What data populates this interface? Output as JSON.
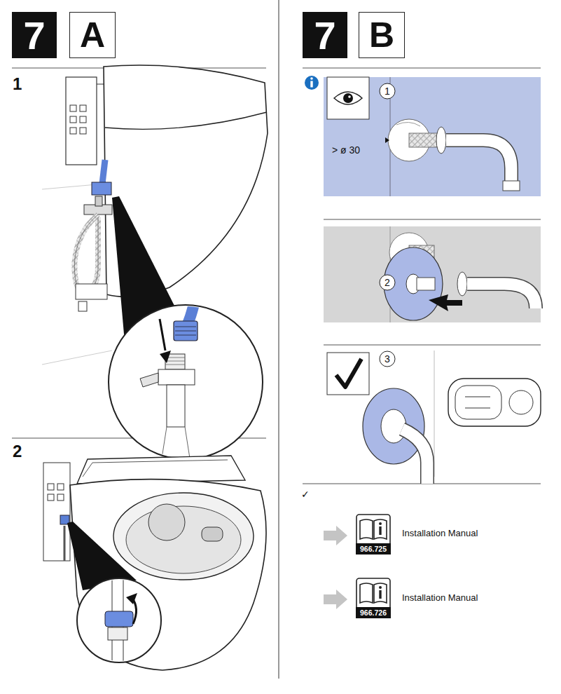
{
  "diagram": {
    "nodes": [
      {
        "text": [
          "7"
        ]
      },
      {
        "text": [
          "A"
        ]
      },
      {
        "text": [
          "7"
        ]
      },
      {
        "text": [
          "B"
        ]
      },
      {
        "text": [
          "966.725"
        ]
      },
      {
        "text": [
          "966.726"
        ]
      }
    ],
    "labels": [
      "1",
      "2",
      "1",
      "> ø 30",
      "2",
      "3",
      "✓",
      "Installation Manual",
      "Installation Manual"
    ]
  }
}
